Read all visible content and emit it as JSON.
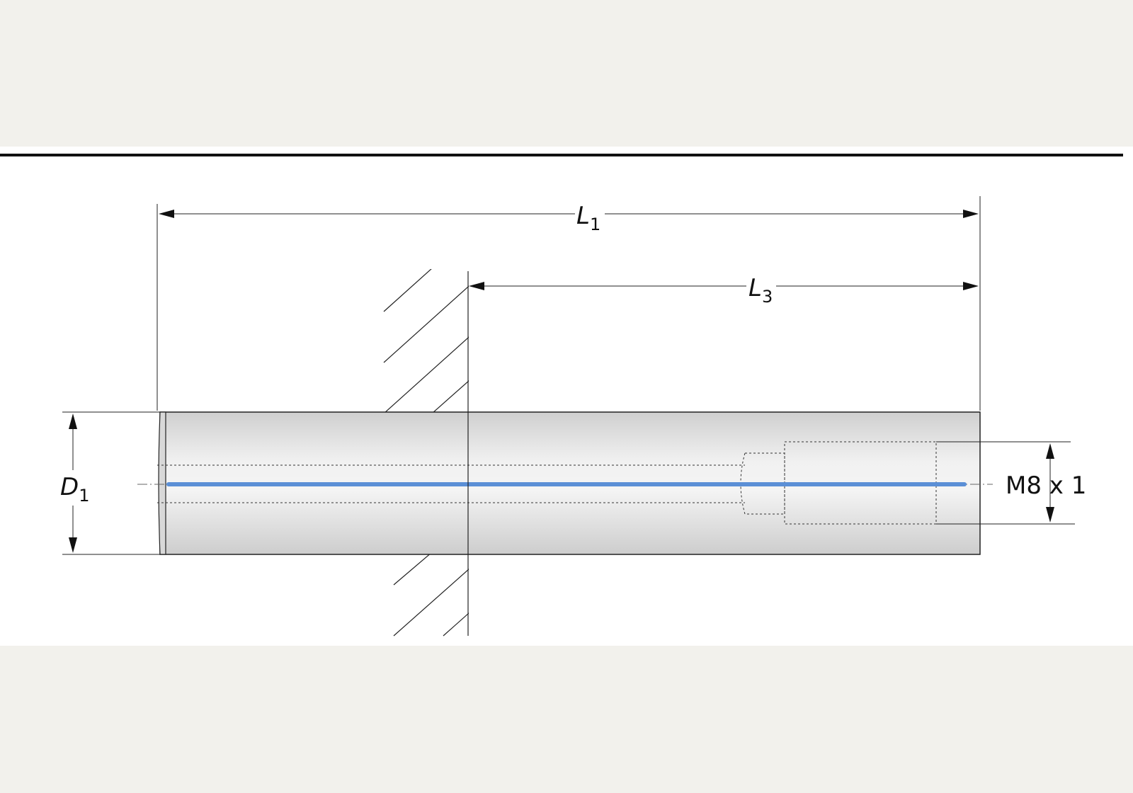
{
  "diagram": {
    "dimensions": {
      "overall_length": {
        "symbol": "L",
        "subscript": "1"
      },
      "projection_length": {
        "symbol": "L",
        "subscript": "3"
      },
      "diameter": {
        "symbol": "D",
        "subscript": "1"
      }
    },
    "thread_label": "M8 x 1"
  },
  "colors": {
    "page_background": "#f2f1ec",
    "panel_background": "#ffffff",
    "line": "#1a1a1a",
    "coolant_channel": "#5b8fd6",
    "shank_light": "#efefef",
    "shank_dark": "#c9c9c9"
  }
}
